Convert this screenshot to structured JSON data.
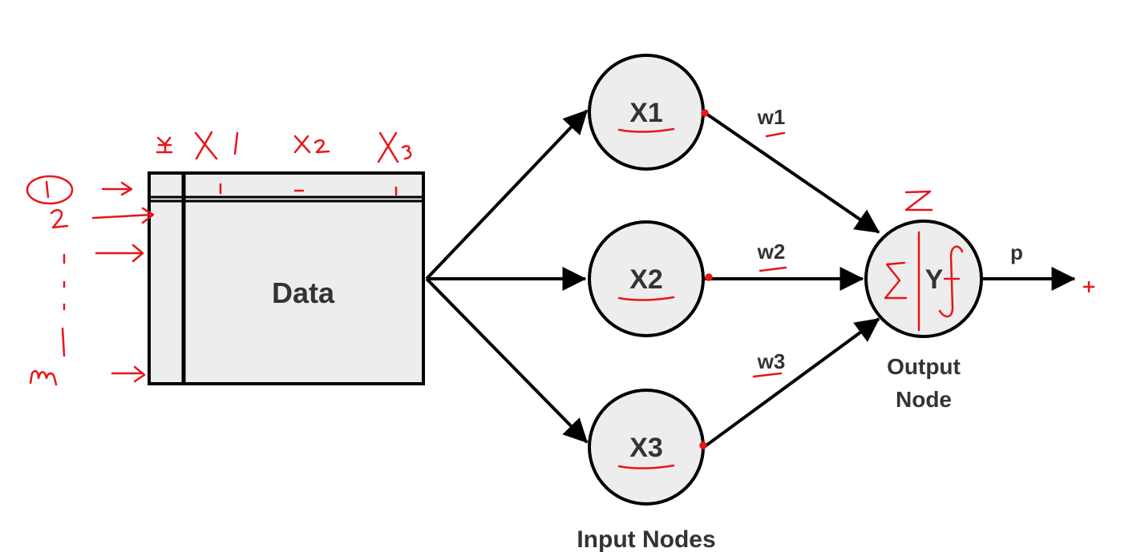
{
  "diagram": {
    "data_box_label": "Data",
    "input_nodes": [
      {
        "label": "X1"
      },
      {
        "label": "X2"
      },
      {
        "label": "X3"
      }
    ],
    "weights": [
      "w1",
      "w2",
      "w3"
    ],
    "output_node": {
      "label": "Y",
      "caption_line1": "Output",
      "caption_line2": "Node"
    },
    "output_arrow_label": "p",
    "input_nodes_caption": "Input Nodes",
    "colors": {
      "ink": "#000000",
      "node_fill": "#ededed",
      "label_text": "#333333",
      "annotation": "#e8151a"
    }
  },
  "annotations": {
    "column_labels": [
      "y",
      "X1",
      "X2",
      "X3"
    ],
    "row_labels": [
      "1",
      "2",
      "m"
    ],
    "output_label": "Z",
    "plus_sign": "+"
  }
}
